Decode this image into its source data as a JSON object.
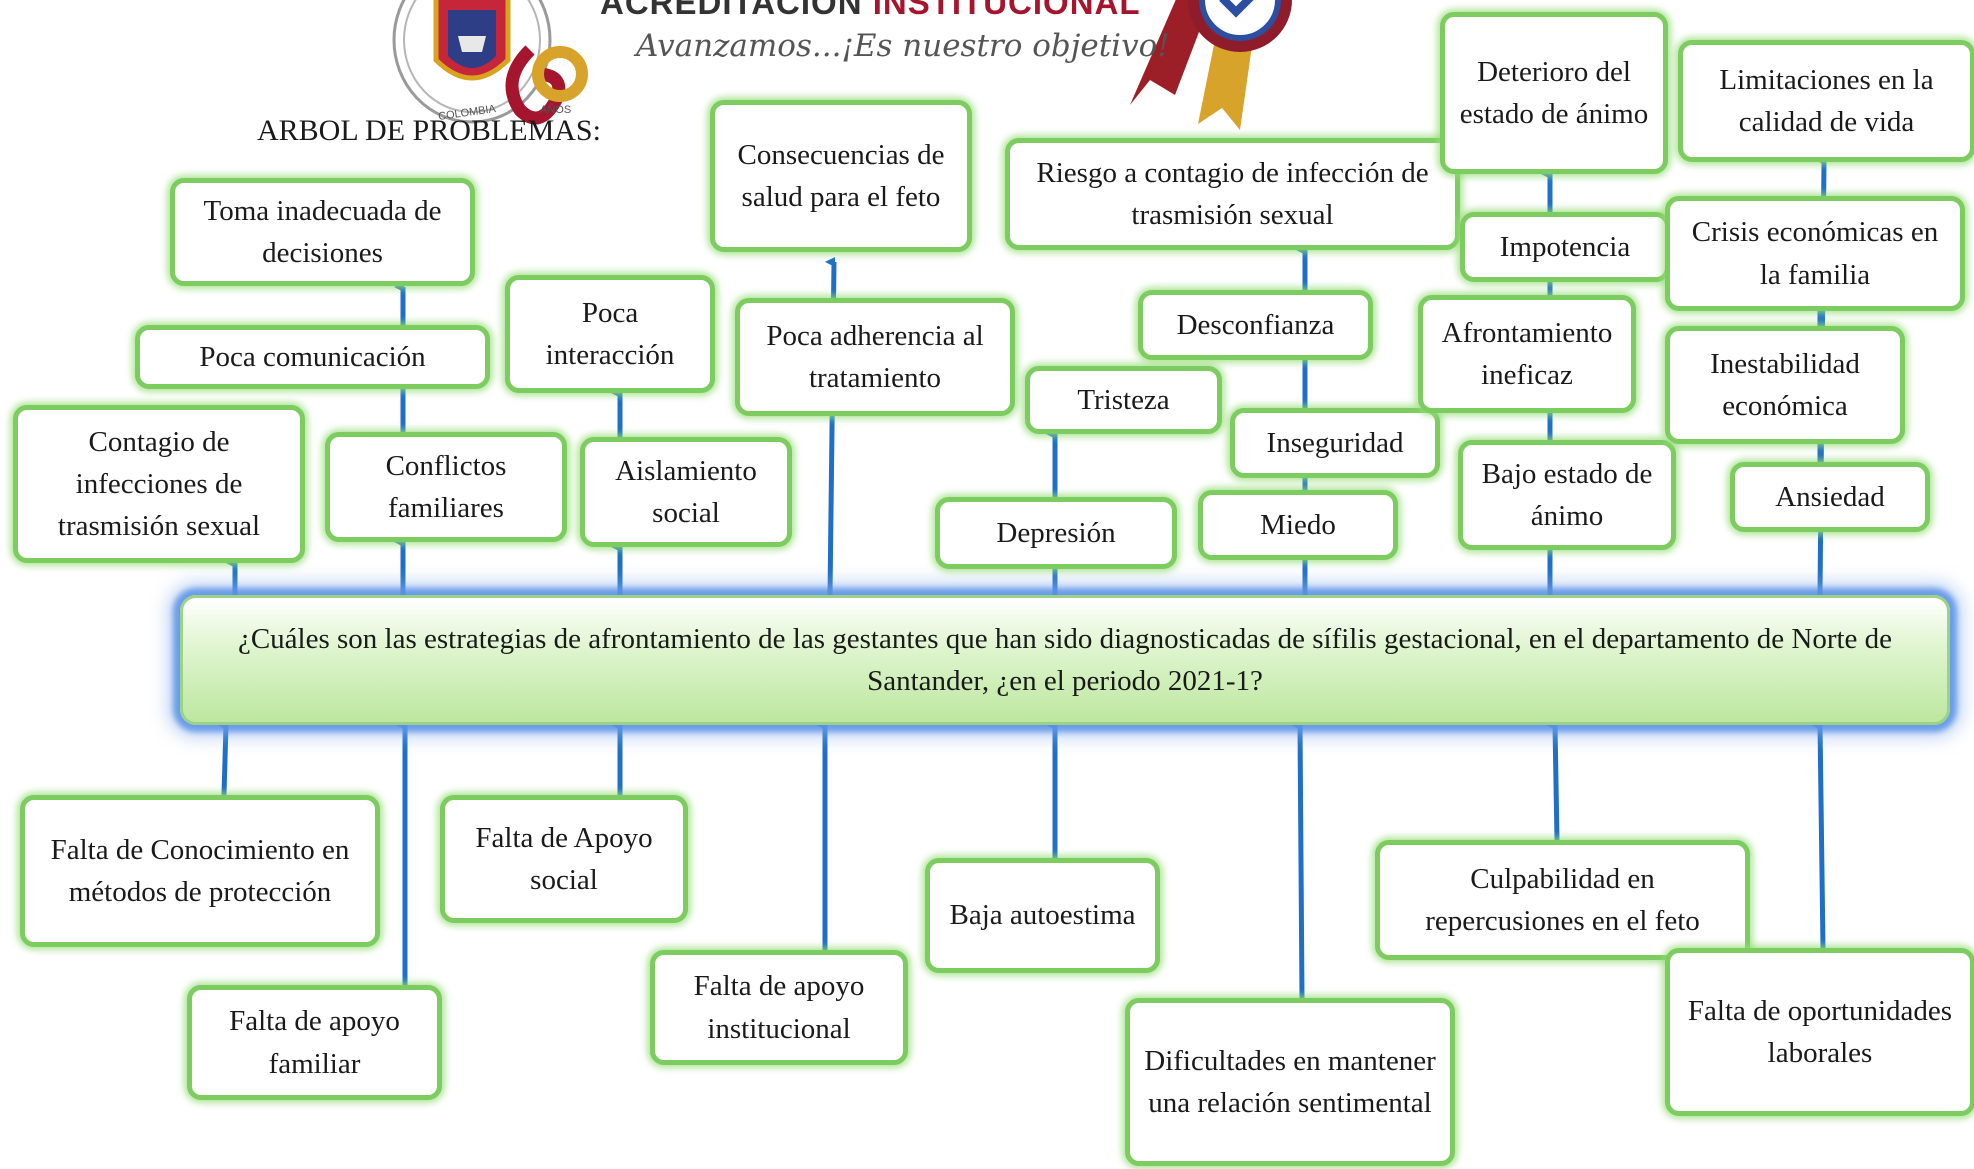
{
  "header": {
    "title": "ARBOL DE PROBLEMAS:",
    "logo_text_1": "ACREDITACION",
    "logo_text_2": "INSTITUCIONAL",
    "slogan": "Avanzamos...¡Es nuestro objetivo!",
    "seal_country": "COLOMBIA",
    "anniversary_label": "AÑOS"
  },
  "central": {
    "text": "¿Cuáles son las estrategias de afrontamiento de las gestantes que han sido diagnosticadas de sífilis gestacional, en el departamento de Norte de Santander, ¿en el periodo 2021-1?"
  },
  "effects": [
    {
      "id": "toma-inadecuada-decisiones",
      "text": "Toma inadecuada de decisiones"
    },
    {
      "id": "poca-comunicacion",
      "text": "Poca comunicación"
    },
    {
      "id": "contagio-infecciones",
      "text": "Contagio de infecciones de trasmisión sexual"
    },
    {
      "id": "conflictos-familiares",
      "text": "Conflictos familiares"
    },
    {
      "id": "poca-interaccion",
      "text": "Poca interacción"
    },
    {
      "id": "aislamiento-social",
      "text": "Aislamiento social"
    },
    {
      "id": "consecuencias-salud-feto",
      "text": "Consecuencias de salud para el feto"
    },
    {
      "id": "poca-adherencia",
      "text": "Poca adherencia al tratamiento"
    },
    {
      "id": "riesgo-contagio",
      "text": "Riesgo a contagio de infección de trasmisión sexual"
    },
    {
      "id": "desconfianza",
      "text": "Desconfianza"
    },
    {
      "id": "tristeza",
      "text": "Tristeza"
    },
    {
      "id": "inseguridad",
      "text": "Inseguridad"
    },
    {
      "id": "depresion",
      "text": "Depresión"
    },
    {
      "id": "miedo",
      "text": "Miedo"
    },
    {
      "id": "deterioro-animo",
      "text": "Deterioro del estado de ánimo"
    },
    {
      "id": "impotencia",
      "text": "Impotencia"
    },
    {
      "id": "afrontamiento-ineficaz",
      "text": "Afrontamiento ineficaz"
    },
    {
      "id": "bajo-estado-animo",
      "text": "Bajo estado de ánimo"
    },
    {
      "id": "limitaciones-calidad-vida",
      "text": "Limitaciones en la calidad de vida"
    },
    {
      "id": "crisis-economicas",
      "text": "Crisis económicas en la familia"
    },
    {
      "id": "inestabilidad-economica",
      "text": "Inestabilidad económica"
    },
    {
      "id": "ansiedad",
      "text": "Ansiedad"
    }
  ],
  "causes": [
    {
      "id": "falta-conocimiento",
      "text": "Falta de Conocimiento en métodos de protección"
    },
    {
      "id": "falta-apoyo-familiar",
      "text": "Falta de apoyo familiar"
    },
    {
      "id": "falta-apoyo-social",
      "text": "Falta de Apoyo social"
    },
    {
      "id": "falta-apoyo-institucional",
      "text": "Falta de apoyo institucional"
    },
    {
      "id": "baja-autoestima",
      "text": "Baja autoestima"
    },
    {
      "id": "dificultades-relacion",
      "text": "Dificultades en mantener una relación sentimental"
    },
    {
      "id": "culpabilidad",
      "text": "Culpabilidad en repercusiones en el feto"
    },
    {
      "id": "falta-oportunidades",
      "text": "Falta de oportunidades laborales"
    }
  ],
  "colors": {
    "node_border": "#7ccc5f",
    "arrow": "#1f6fc7",
    "central_fill": "#bde7a0",
    "central_glow": "#5a91e6",
    "logo_red": "#a5152d",
    "seal_gold": "#e0a528"
  }
}
